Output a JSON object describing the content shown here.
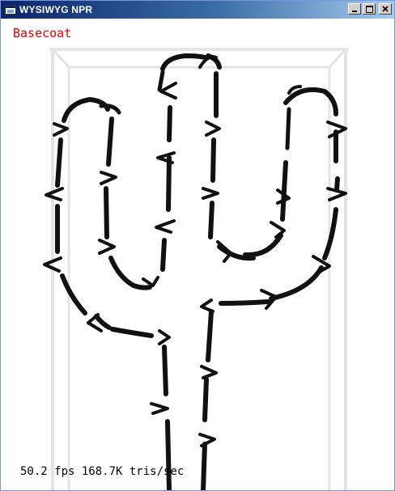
{
  "window": {
    "title": "WYSIWYG NPR",
    "app_icon": "app-window-icon",
    "buttons": [
      "minimize-icon",
      "maximize-icon",
      "close-icon"
    ]
  },
  "viewport": {
    "mode_label": "Basecoat",
    "stats": "50.2 fps 168.7K tris/sec",
    "colors": {
      "mode_label": "#e00000",
      "stroke": "#111111",
      "frame": "#e6e6e6",
      "background": "#ffffff"
    }
  }
}
